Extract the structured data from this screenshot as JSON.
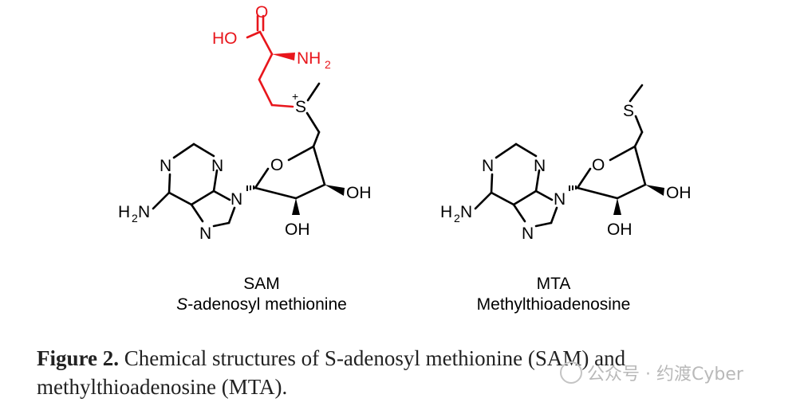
{
  "molecules": {
    "sam": {
      "name": "SAM",
      "full_name_italic": "S",
      "full_name_rest": "-adenosyl methionine",
      "highlight_color": "#e8161c",
      "atoms": {
        "carbonyl_o": "O",
        "acid_ho": "HO",
        "amine_nh": "NH",
        "amine_sub": "2",
        "sulfur": "S",
        "charge": "+",
        "ring_o": "O",
        "n1": "N",
        "n3": "N",
        "n7": "N",
        "n9": "N",
        "oh3": "OH",
        "oh2": "OH",
        "h2": "H",
        "h2_sub": "2",
        "h2_n": "N"
      }
    },
    "mta": {
      "name": "MTA",
      "full_name": "Methylthioadenosine",
      "atoms": {
        "sulfur": "S",
        "ring_o": "O",
        "n1": "N",
        "n3": "N",
        "n7": "N",
        "n9": "N",
        "oh3": "OH",
        "oh2": "OH",
        "h2": "H",
        "h2_sub": "2",
        "h2_n": "N"
      }
    }
  },
  "caption": {
    "label": "Figure 2.",
    "text": " Chemical structures of S-adenosyl methionine (SAM) and methylthioadenosine (MTA)."
  },
  "watermark": {
    "text": "公众号 · 约渡Cyber"
  }
}
